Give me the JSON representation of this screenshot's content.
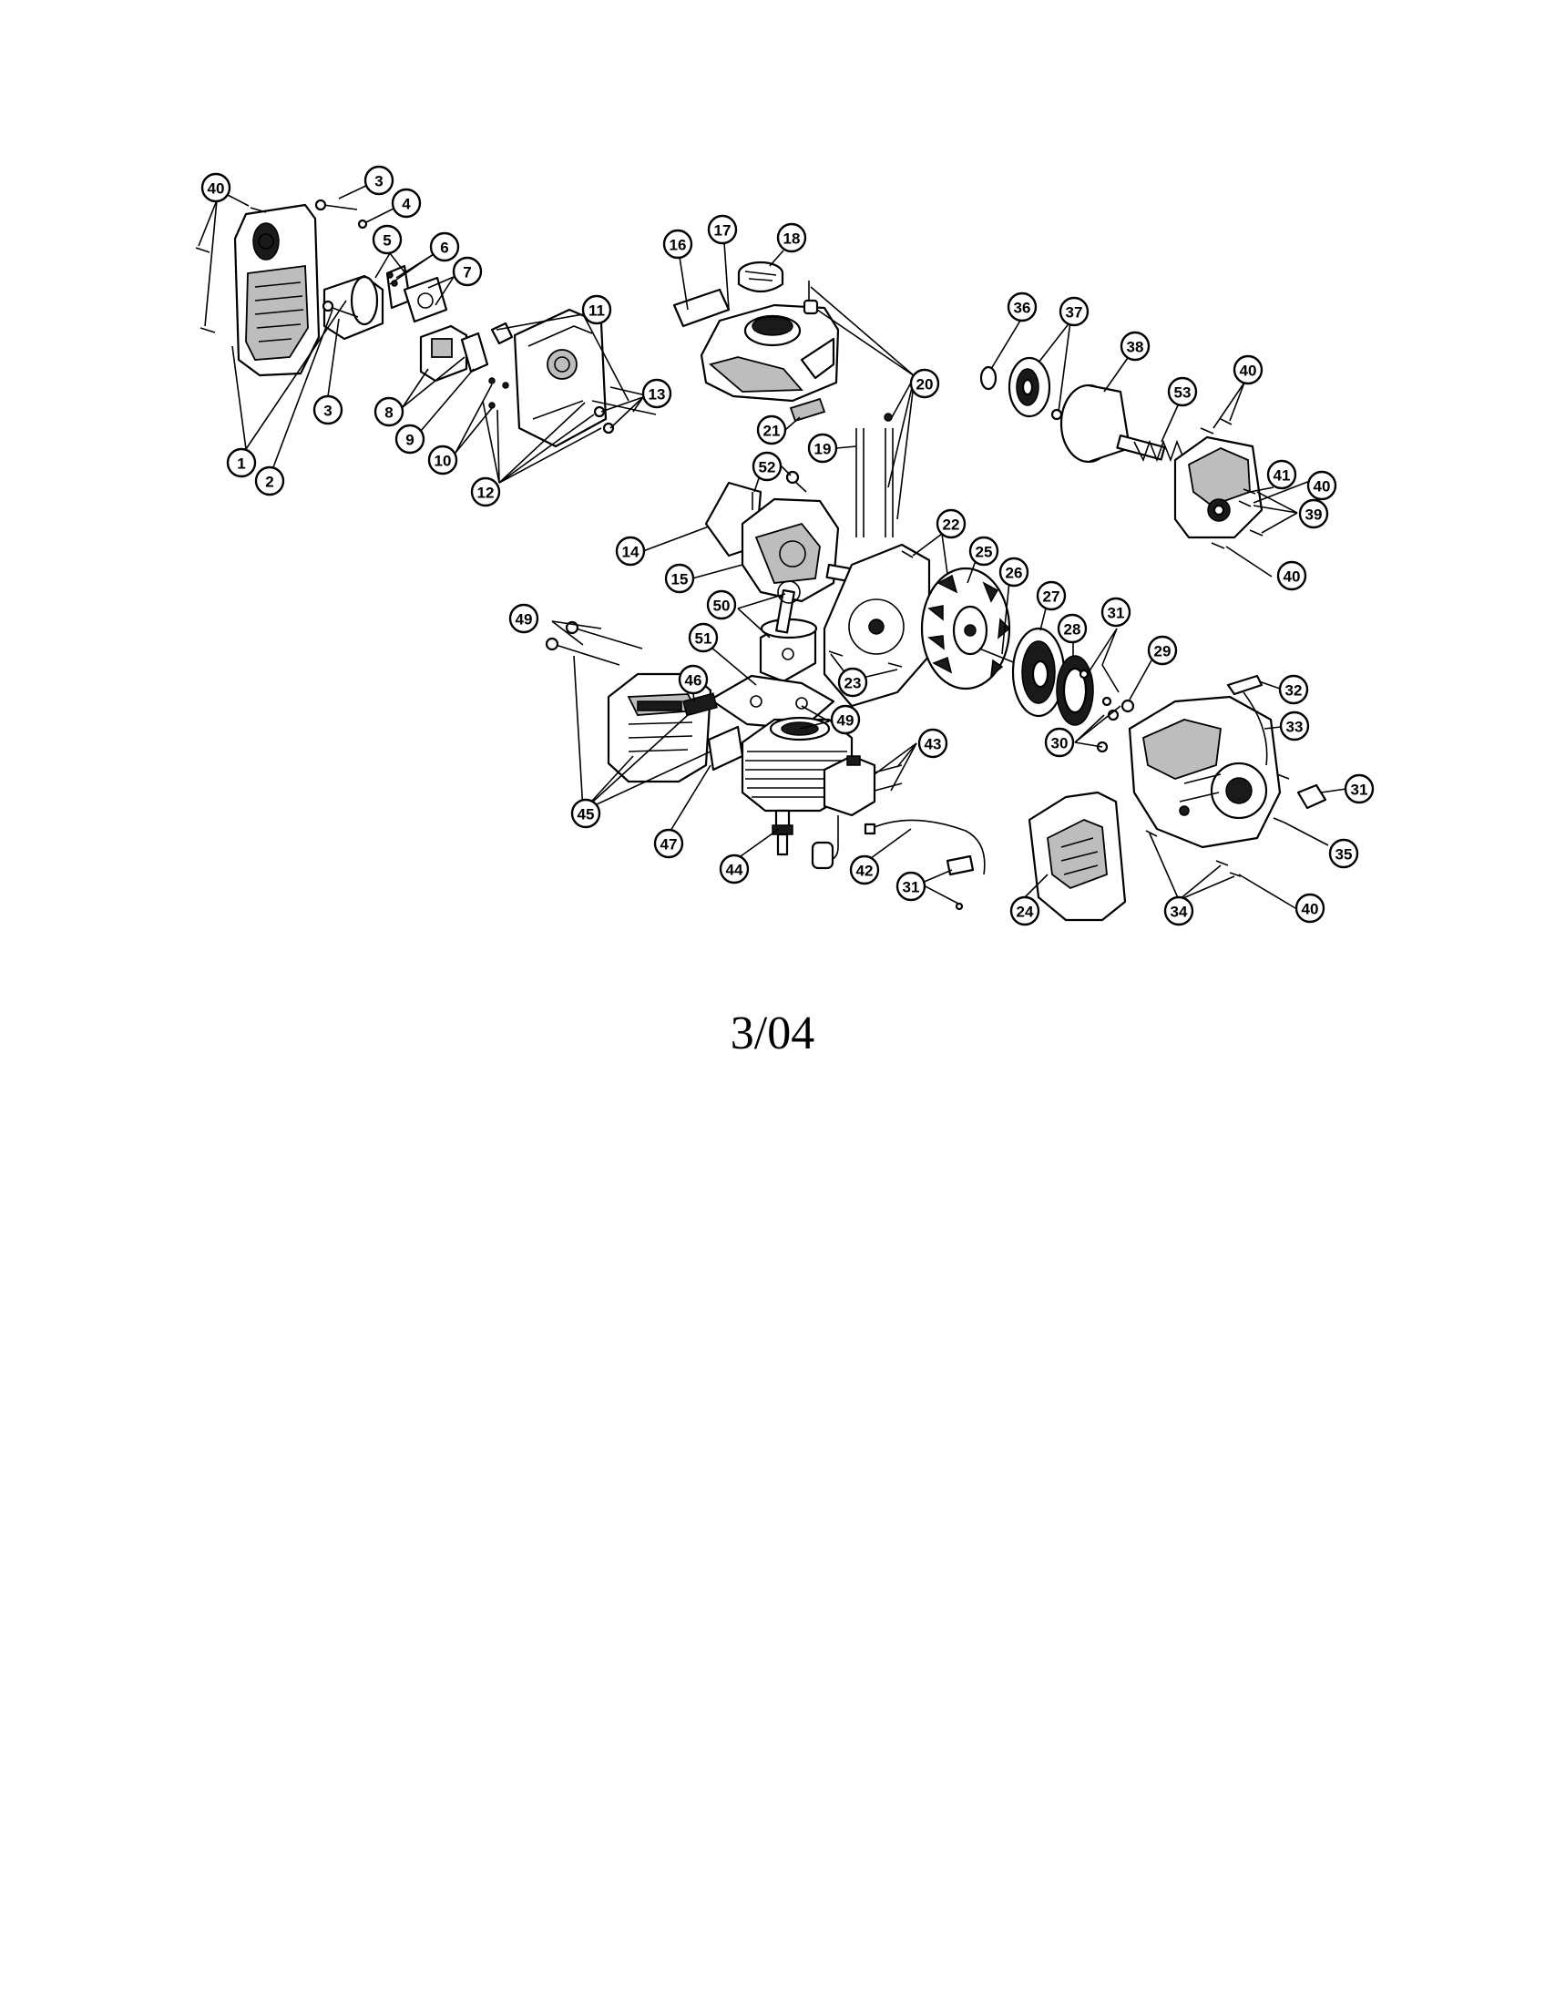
{
  "diagram": {
    "callouts": [
      {
        "id": "c-40a",
        "label": "40"
      },
      {
        "id": "c-3a",
        "label": "3"
      },
      {
        "id": "c-4",
        "label": "4"
      },
      {
        "id": "c-5",
        "label": "5"
      },
      {
        "id": "c-6",
        "label": "6"
      },
      {
        "id": "c-7",
        "label": "7"
      },
      {
        "id": "c-3b",
        "label": "3"
      },
      {
        "id": "c-8",
        "label": "8"
      },
      {
        "id": "c-9",
        "label": "9"
      },
      {
        "id": "c-10",
        "label": "10"
      },
      {
        "id": "c-1",
        "label": "1"
      },
      {
        "id": "c-2",
        "label": "2"
      },
      {
        "id": "c-11",
        "label": "11"
      },
      {
        "id": "c-12",
        "label": "12"
      },
      {
        "id": "c-13",
        "label": "13"
      },
      {
        "id": "c-16",
        "label": "16"
      },
      {
        "id": "c-17",
        "label": "17"
      },
      {
        "id": "c-18",
        "label": "18"
      },
      {
        "id": "c-20",
        "label": "20"
      },
      {
        "id": "c-21",
        "label": "21"
      },
      {
        "id": "c-19",
        "label": "19"
      },
      {
        "id": "c-52",
        "label": "52"
      },
      {
        "id": "c-14",
        "label": "14"
      },
      {
        "id": "c-15",
        "label": "15"
      },
      {
        "id": "c-22",
        "label": "22"
      },
      {
        "id": "c-25",
        "label": "25"
      },
      {
        "id": "c-26",
        "label": "26"
      },
      {
        "id": "c-27",
        "label": "27"
      },
      {
        "id": "c-28",
        "label": "28"
      },
      {
        "id": "c-31a",
        "label": "31"
      },
      {
        "id": "c-29",
        "label": "29"
      },
      {
        "id": "c-23",
        "label": "23"
      },
      {
        "id": "c-50",
        "label": "50"
      },
      {
        "id": "c-51",
        "label": "51"
      },
      {
        "id": "c-49a",
        "label": "49"
      },
      {
        "id": "c-49b",
        "label": "49"
      },
      {
        "id": "c-46",
        "label": "46"
      },
      {
        "id": "c-45",
        "label": "45"
      },
      {
        "id": "c-47",
        "label": "47"
      },
      {
        "id": "c-44",
        "label": "44"
      },
      {
        "id": "c-43",
        "label": "43"
      },
      {
        "id": "c-42",
        "label": "42"
      },
      {
        "id": "c-31b",
        "label": "31"
      },
      {
        "id": "c-24",
        "label": "24"
      },
      {
        "id": "c-30",
        "label": "30"
      },
      {
        "id": "c-32",
        "label": "32"
      },
      {
        "id": "c-33",
        "label": "33"
      },
      {
        "id": "c-31c",
        "label": "31"
      },
      {
        "id": "c-35",
        "label": "35"
      },
      {
        "id": "c-34",
        "label": "34"
      },
      {
        "id": "c-40e",
        "label": "40"
      },
      {
        "id": "c-36",
        "label": "36"
      },
      {
        "id": "c-37",
        "label": "37"
      },
      {
        "id": "c-38",
        "label": "38"
      },
      {
        "id": "c-53",
        "label": "53"
      },
      {
        "id": "c-40b",
        "label": "40"
      },
      {
        "id": "c-41",
        "label": "41"
      },
      {
        "id": "c-40c",
        "label": "40"
      },
      {
        "id": "c-39",
        "label": "39"
      },
      {
        "id": "c-40d",
        "label": "40"
      }
    ]
  },
  "footer": {
    "date": "3/04"
  }
}
